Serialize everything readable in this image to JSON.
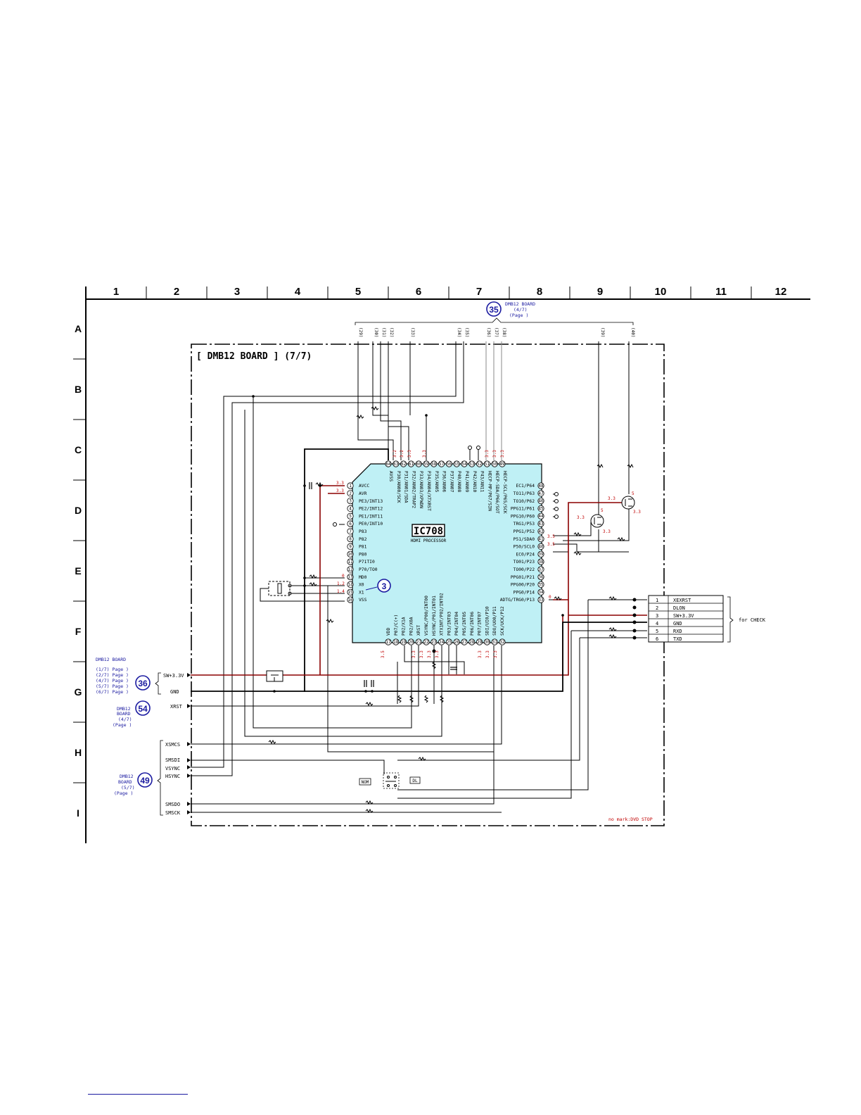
{
  "grid": {
    "columns": [
      "1",
      "2",
      "3",
      "4",
      "5",
      "6",
      "7",
      "8",
      "9",
      "10",
      "11",
      "12"
    ],
    "rows": [
      "A",
      "B",
      "C",
      "D",
      "E",
      "F",
      "G",
      "H",
      "I"
    ]
  },
  "board": {
    "title": "[ DMB12 BOARD ] (7/7)"
  },
  "ic": {
    "name": "IC708",
    "description": "HDMI PROCESSOR",
    "left_pins": [
      {
        "num": "1",
        "label": "AVCC"
      },
      {
        "num": "2",
        "label": "AVR"
      },
      {
        "num": "3",
        "label": "PE3/INT13"
      },
      {
        "num": "4",
        "label": "PE2/INT12"
      },
      {
        "num": "5",
        "label": "PE1/INT11"
      },
      {
        "num": "6",
        "label": "PE0/INT10"
      },
      {
        "num": "7",
        "label": "P83"
      },
      {
        "num": "8",
        "label": "P82"
      },
      {
        "num": "9",
        "label": "P81"
      },
      {
        "num": "10",
        "label": "P80"
      },
      {
        "num": "11",
        "label": "P71TI0"
      },
      {
        "num": "12",
        "label": "P70/TO0"
      },
      {
        "num": "13",
        "label": "MD0"
      },
      {
        "num": "14",
        "label": "X0"
      },
      {
        "num": "15",
        "label": "X1"
      },
      {
        "num": "16",
        "label": "VSS"
      }
    ],
    "right_pins": [
      {
        "num": "48",
        "label": "EC1/P64"
      },
      {
        "num": "47",
        "label": "TO11/P63"
      },
      {
        "num": "46",
        "label": "TO10/P62"
      },
      {
        "num": "45",
        "label": "PPG11/P61"
      },
      {
        "num": "44",
        "label": "PPG10/P60"
      },
      {
        "num": "43",
        "label": "TRG1/P53"
      },
      {
        "num": "42",
        "label": "PPG1/P52"
      },
      {
        "num": "41",
        "label": "P51/SDA0"
      },
      {
        "num": "40",
        "label": "P50/SCL0"
      },
      {
        "num": "39",
        "label": "EC0/P24"
      },
      {
        "num": "38",
        "label": "TO01/P23"
      },
      {
        "num": "37",
        "label": "TO00/P22"
      },
      {
        "num": "36",
        "label": "PPG01/P21"
      },
      {
        "num": "35",
        "label": "PPG00/P20"
      },
      {
        "num": "34",
        "label": "PPG0/P14"
      },
      {
        "num": "33",
        "label": "ADTG/TRG0/P13"
      }
    ],
    "top_pins": [
      {
        "num": "64",
        "label": "AVSS"
      },
      {
        "num": "63",
        "label": "P30/AN00/SCK"
      },
      {
        "num": "62",
        "label": "P31/AN01/SDA"
      },
      {
        "num": "61",
        "label": "P32/AN02/TRAP2"
      },
      {
        "num": "60",
        "label": "P33/AN03/XPWDN"
      },
      {
        "num": "59",
        "label": "P34/AN04/XTXRST"
      },
      {
        "num": "58",
        "label": "P35/AN05"
      },
      {
        "num": "57",
        "label": "P36/AN06"
      },
      {
        "num": "56",
        "label": "P37/AN07"
      },
      {
        "num": "55",
        "label": "P40/AN08"
      },
      {
        "num": "54",
        "label": "P41/AN09"
      },
      {
        "num": "53",
        "label": "P42/AN10"
      },
      {
        "num": "52",
        "label": "P43/AN11"
      },
      {
        "num": "51",
        "label": "HECP-MP/P67/SIN"
      },
      {
        "num": "50",
        "label": "HECP-SDA/P66/SOT"
      },
      {
        "num": "49",
        "label": "HECP-SCL/P65/SCK"
      }
    ],
    "bottom_pins": [
      {
        "num": "17",
        "label": "VDD"
      },
      {
        "num": "18",
        "label": "P07/C(+)"
      },
      {
        "num": "19",
        "label": "P02/X1A"
      },
      {
        "num": "20",
        "label": "P02/X0A"
      },
      {
        "num": "21",
        "label": "XRST"
      },
      {
        "num": "22",
        "label": "VSYNC/P00/INT00"
      },
      {
        "num": "23",
        "label": "HSYNC/P01/INT01"
      },
      {
        "num": "24",
        "label": "XTX1NT/P02/INT02"
      },
      {
        "num": "25",
        "label": "P03/INT03"
      },
      {
        "num": "26",
        "label": "P04/INT04"
      },
      {
        "num": "27",
        "label": "P05/INT05"
      },
      {
        "num": "28",
        "label": "P06/INT06"
      },
      {
        "num": "29",
        "label": "P07/INT07"
      },
      {
        "num": "30",
        "label": "SDI/UI0/P10"
      },
      {
        "num": "31",
        "label": "SDO/UO0/P11"
      },
      {
        "num": "32",
        "label": "SCK/UCK/P12"
      }
    ]
  },
  "voltages": {
    "avcc": "3.3",
    "avr": "3.3",
    "md0": "0",
    "x0": "1.2",
    "x1": "1.4",
    "top_62": "3.2",
    "top_61": "3.2",
    "top_60": "3.3",
    "top_59": "3.3",
    "top_51": "3.3",
    "top_50": "3.3",
    "top_49": "3.3",
    "p41": "3.5",
    "p40": "3.5",
    "p33": "0",
    "q_upper_left": "3.3",
    "q_upper_right": "3.3",
    "q_upper_top": "5",
    "q_lower_left": "3.3",
    "q_lower_right": "3.3",
    "q_lower_top": "5",
    "bottom_17": "3.5",
    "bottom_21": "3.3",
    "bottom_22": "3.3",
    "bottom_23": "3.3",
    "bottom_24": "3.3",
    "bottom_30": "3.3",
    "bottom_31": "3.3",
    "bottom_32": "3.3"
  },
  "top_connector": {
    "ref": "35",
    "label_lines": [
      "DMB12 BOARD",
      "(4/7)",
      "(Page   )"
    ],
    "pins": [
      "(29)",
      "(30)",
      "(31)",
      "(32)",
      "(33)",
      "(34)",
      "(35)",
      "(36)",
      "(37)",
      "(38)",
      "(39)",
      "(40)"
    ]
  },
  "test_connector": {
    "pins": [
      {
        "num": "1",
        "signal": "XEXRST"
      },
      {
        "num": "2",
        "signal": "DLON"
      },
      {
        "num": "3",
        "signal": "SW+3.3V"
      },
      {
        "num": "4",
        "signal": "GND"
      },
      {
        "num": "5",
        "signal": "RXD"
      },
      {
        "num": "6",
        "signal": "TXD"
      }
    ],
    "note": "for CHECK"
  },
  "left_ref_36": {
    "ref": "36",
    "label_lines": [
      "DMB12 BOARD",
      "(1/7) Page    )",
      "(2/7) Page    )",
      "(4/7) Page    )",
      "(5/7) Page    )",
      "(6/7) Page    )"
    ],
    "signals": [
      "SW+3.3V",
      "GND"
    ]
  },
  "left_ref_54": {
    "ref": "54",
    "label_lines": [
      "DMB12",
      "BOARD",
      "(4/7)",
      "(Page    )"
    ],
    "signals": [
      "XRST"
    ]
  },
  "left_ref_49": {
    "ref": "49",
    "label_lines": [
      "DMB12",
      "BOARD",
      "(5/7)",
      "(Page    )"
    ],
    "signals": [
      "XSMCS",
      "SMSDI",
      "VSYNC",
      "HSYNC",
      "SMSDO",
      "SMSCK"
    ]
  },
  "crystal_marker": "3",
  "switch_labels": {
    "left": "NOM",
    "right": "DL"
  },
  "footnote": "no mark:DVD STOP",
  "colors": {
    "ic_fill": "#bff0f5",
    "power_trace": "#8b0000",
    "voltage_text": "#c00000",
    "ref_blue": "#1a1aa0"
  }
}
